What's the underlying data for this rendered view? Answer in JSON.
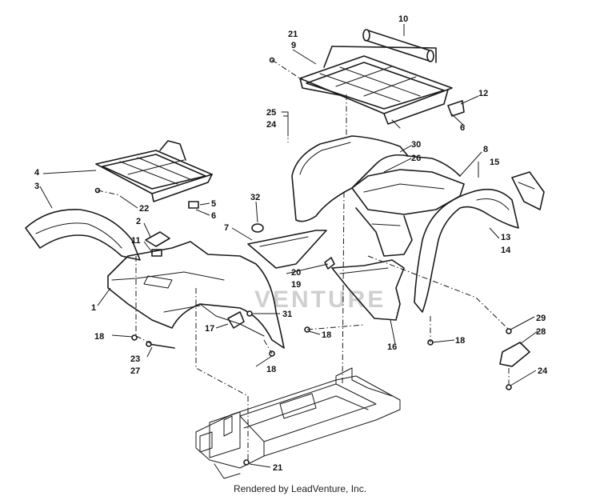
{
  "callouts": [
    {
      "id": "c10",
      "label": "10"
    },
    {
      "id": "c21a",
      "label": "21"
    },
    {
      "id": "c9",
      "label": "9"
    },
    {
      "id": "c12",
      "label": "12"
    },
    {
      "id": "c6a",
      "label": "6"
    },
    {
      "id": "c25",
      "label": "25"
    },
    {
      "id": "c24a",
      "label": "24"
    },
    {
      "id": "c30",
      "label": "30"
    },
    {
      "id": "c26",
      "label": "26"
    },
    {
      "id": "c8",
      "label": "8"
    },
    {
      "id": "c15",
      "label": "15"
    },
    {
      "id": "c4",
      "label": "4"
    },
    {
      "id": "c3",
      "label": "3"
    },
    {
      "id": "c22",
      "label": "22"
    },
    {
      "id": "c5",
      "label": "5"
    },
    {
      "id": "c6b",
      "label": "6"
    },
    {
      "id": "c32",
      "label": "32"
    },
    {
      "id": "c2",
      "label": "2"
    },
    {
      "id": "c7",
      "label": "7"
    },
    {
      "id": "c11",
      "label": "11"
    },
    {
      "id": "c13",
      "label": "13"
    },
    {
      "id": "c14",
      "label": "14"
    },
    {
      "id": "c20",
      "label": "20"
    },
    {
      "id": "c19",
      "label": "19"
    },
    {
      "id": "c1",
      "label": "1"
    },
    {
      "id": "c31",
      "label": "31"
    },
    {
      "id": "c17",
      "label": "17"
    },
    {
      "id": "c18a",
      "label": "18"
    },
    {
      "id": "c18b",
      "label": "18"
    },
    {
      "id": "c18c",
      "label": "18"
    },
    {
      "id": "c18d",
      "label": "18"
    },
    {
      "id": "c29",
      "label": "29"
    },
    {
      "id": "c28",
      "label": "28"
    },
    {
      "id": "c16",
      "label": "16"
    },
    {
      "id": "c23",
      "label": "23"
    },
    {
      "id": "c27",
      "label": "27"
    },
    {
      "id": "c24b",
      "label": "24"
    },
    {
      "id": "c21b",
      "label": "21"
    }
  ],
  "watermark": "VENTURE",
  "credit": "Rendered by LeadVenture, Inc."
}
